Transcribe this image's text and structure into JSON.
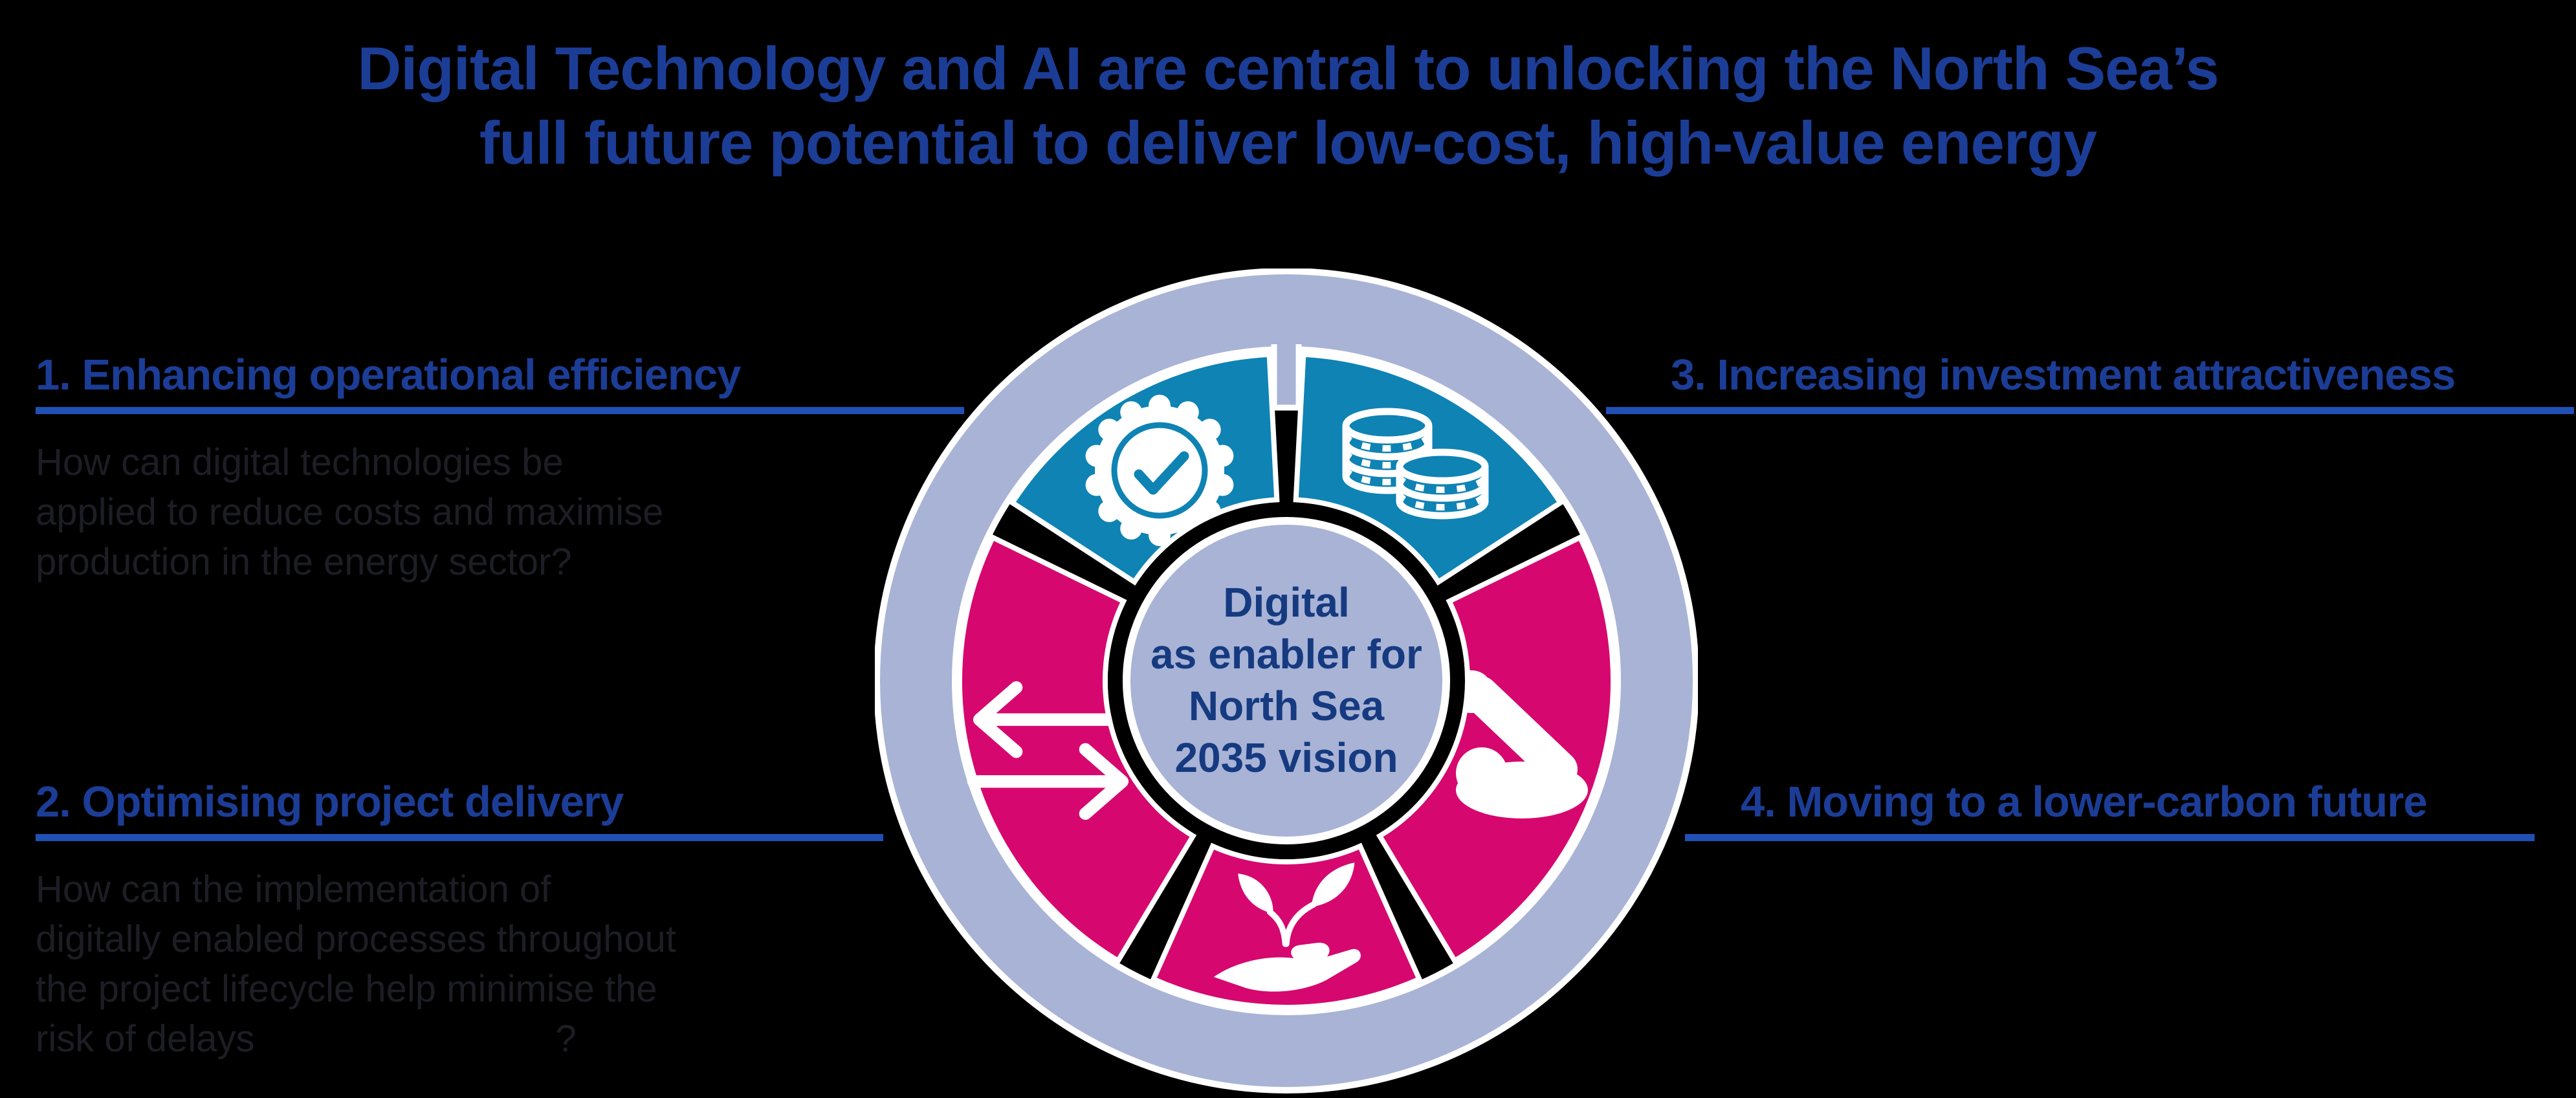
{
  "title": {
    "line1": "Digital Technology and AI are central to unlocking the North Sea’s",
    "line2": "full future potential to deliver low-cost, high-value energy"
  },
  "quadrants": {
    "q1": {
      "heading": "1. Enhancing operational efficiency",
      "body_lines": [
        "How can digital technologies be",
        "applied to reduce costs and maximise",
        "production in the energy sector?"
      ]
    },
    "q2": {
      "heading": "2. Optimising project delivery",
      "body_lines": [
        "How can the implementation of",
        "digitally enabled processes throughout",
        "the project lifecycle help minimise the"
      ],
      "last_line_left": "risk of delays",
      "last_line_right": "?"
    },
    "q3": {
      "heading": "3. Increasing investment attractiveness"
    },
    "q4": {
      "heading": "4. Moving to a lower-carbon future"
    }
  },
  "wheel": {
    "center_lines": [
      "Digital",
      "as enabler for",
      "North Sea",
      "2035 vision"
    ],
    "colors": {
      "ring": "#a8b3d6",
      "blue": "#0e83b4",
      "magenta": "#d6086f",
      "gap": "#000000",
      "center_text": "#163a80"
    },
    "segments": [
      {
        "position": "top-left",
        "icon": "badge-check-icon",
        "color_key": "blue"
      },
      {
        "position": "top-right",
        "icon": "coins-icon",
        "color_key": "blue"
      },
      {
        "position": "right",
        "icon": "flexed-arm-icon",
        "color_key": "magenta"
      },
      {
        "position": "bottom",
        "icon": "seedling-hand-icon",
        "color_key": "magenta"
      },
      {
        "position": "left",
        "icon": "transfer-arrows-icon",
        "color_key": "magenta"
      }
    ]
  },
  "accents": {
    "title_color": "#1c3d96",
    "heading_color": "#1c3d96",
    "underline_color": "#2150b5",
    "body_text_color": "#1d1d25",
    "background": "#000000"
  }
}
